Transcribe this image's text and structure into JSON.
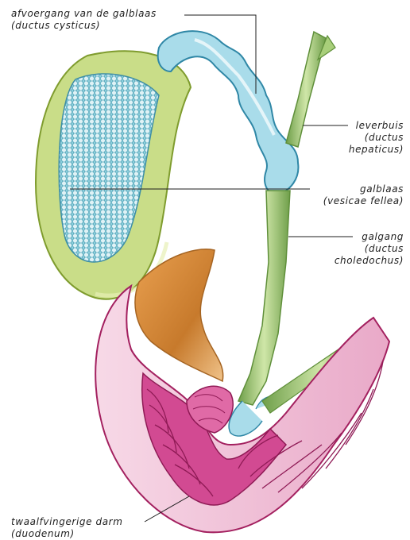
{
  "labels": {
    "cystic_duct": {
      "line1": "afvoergang van de galblaas",
      "line2": "(ductus cysticus)"
    },
    "hepatic_duct": {
      "line1": "leverbuis",
      "line2": "(ductus",
      "line3": "hepaticus)"
    },
    "gallbladder": {
      "line1": "galblaas",
      "line2": "(vesicae fellea)"
    },
    "bile_duct": {
      "line1": "galgang",
      "line2": "(ductus",
      "line3": "choledochus)"
    },
    "duodenum": {
      "line1": "twaalfvingerige darm",
      "line2": "(duodenum)"
    }
  },
  "colors": {
    "gallbladder_green": "#b9d46a",
    "gallbladder_blue": "#7fc4d6",
    "duct_green": "#8fbf6a",
    "duct_blue": "#a9dcea",
    "duodenum_pink": "#c2347f",
    "duodenum_light": "#f3c6dc",
    "pancreas_orange": "#d98a3a",
    "leader_line": "#1e1e1e"
  }
}
